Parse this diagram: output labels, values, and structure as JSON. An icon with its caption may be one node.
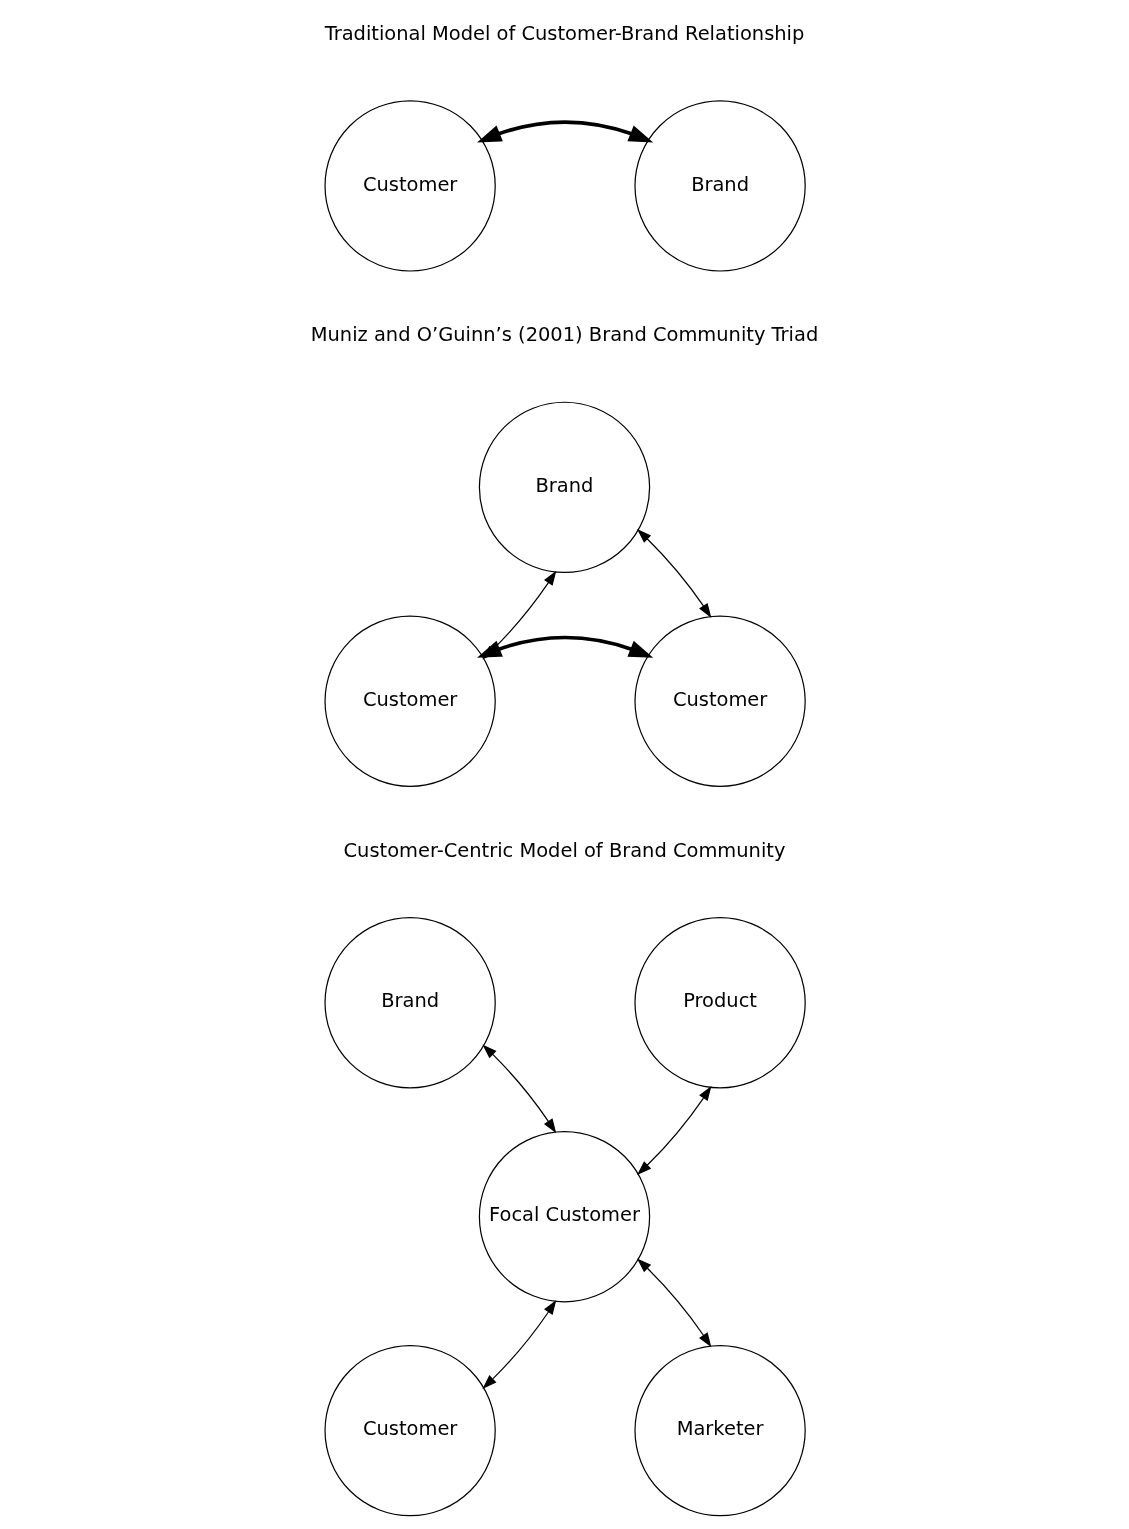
{
  "diagram": {
    "nodes": [
      {
        "text": [
          "Customer"
        ]
      },
      {
        "text": [
          "Brand"
        ]
      },
      {
        "text": [
          "Brand"
        ]
      },
      {
        "text": [
          "Customer"
        ]
      },
      {
        "text": [
          "Customer"
        ]
      },
      {
        "text": [
          "Brand"
        ]
      },
      {
        "text": [
          "Product"
        ]
      },
      {
        "text": [
          "Focal Customer"
        ]
      },
      {
        "text": [
          "Customer"
        ]
      },
      {
        "text": [
          "Marketer"
        ]
      }
    ],
    "edges": [
      {
        "from": 0,
        "to": 1,
        "arrow": "both",
        "style": "thick"
      },
      {
        "from": 3,
        "to": 2,
        "arrow": "both"
      },
      {
        "from": 2,
        "to": 4,
        "arrow": "both"
      },
      {
        "from": 3,
        "to": 4,
        "arrow": "both",
        "style": "thick"
      },
      {
        "from": 5,
        "to": 7,
        "arrow": "both"
      },
      {
        "from": 7,
        "to": 6,
        "arrow": "both"
      },
      {
        "from": 8,
        "to": 7,
        "arrow": "both"
      },
      {
        "from": 7,
        "to": 9,
        "arrow": "both"
      }
    ],
    "labels": [
      "Traditional Model of Customer-Brand Relationship",
      "Muniz and O’Guinn’s (2001) Brand Community Triad",
      "Customer-Centric Model of Brand Community"
    ]
  }
}
